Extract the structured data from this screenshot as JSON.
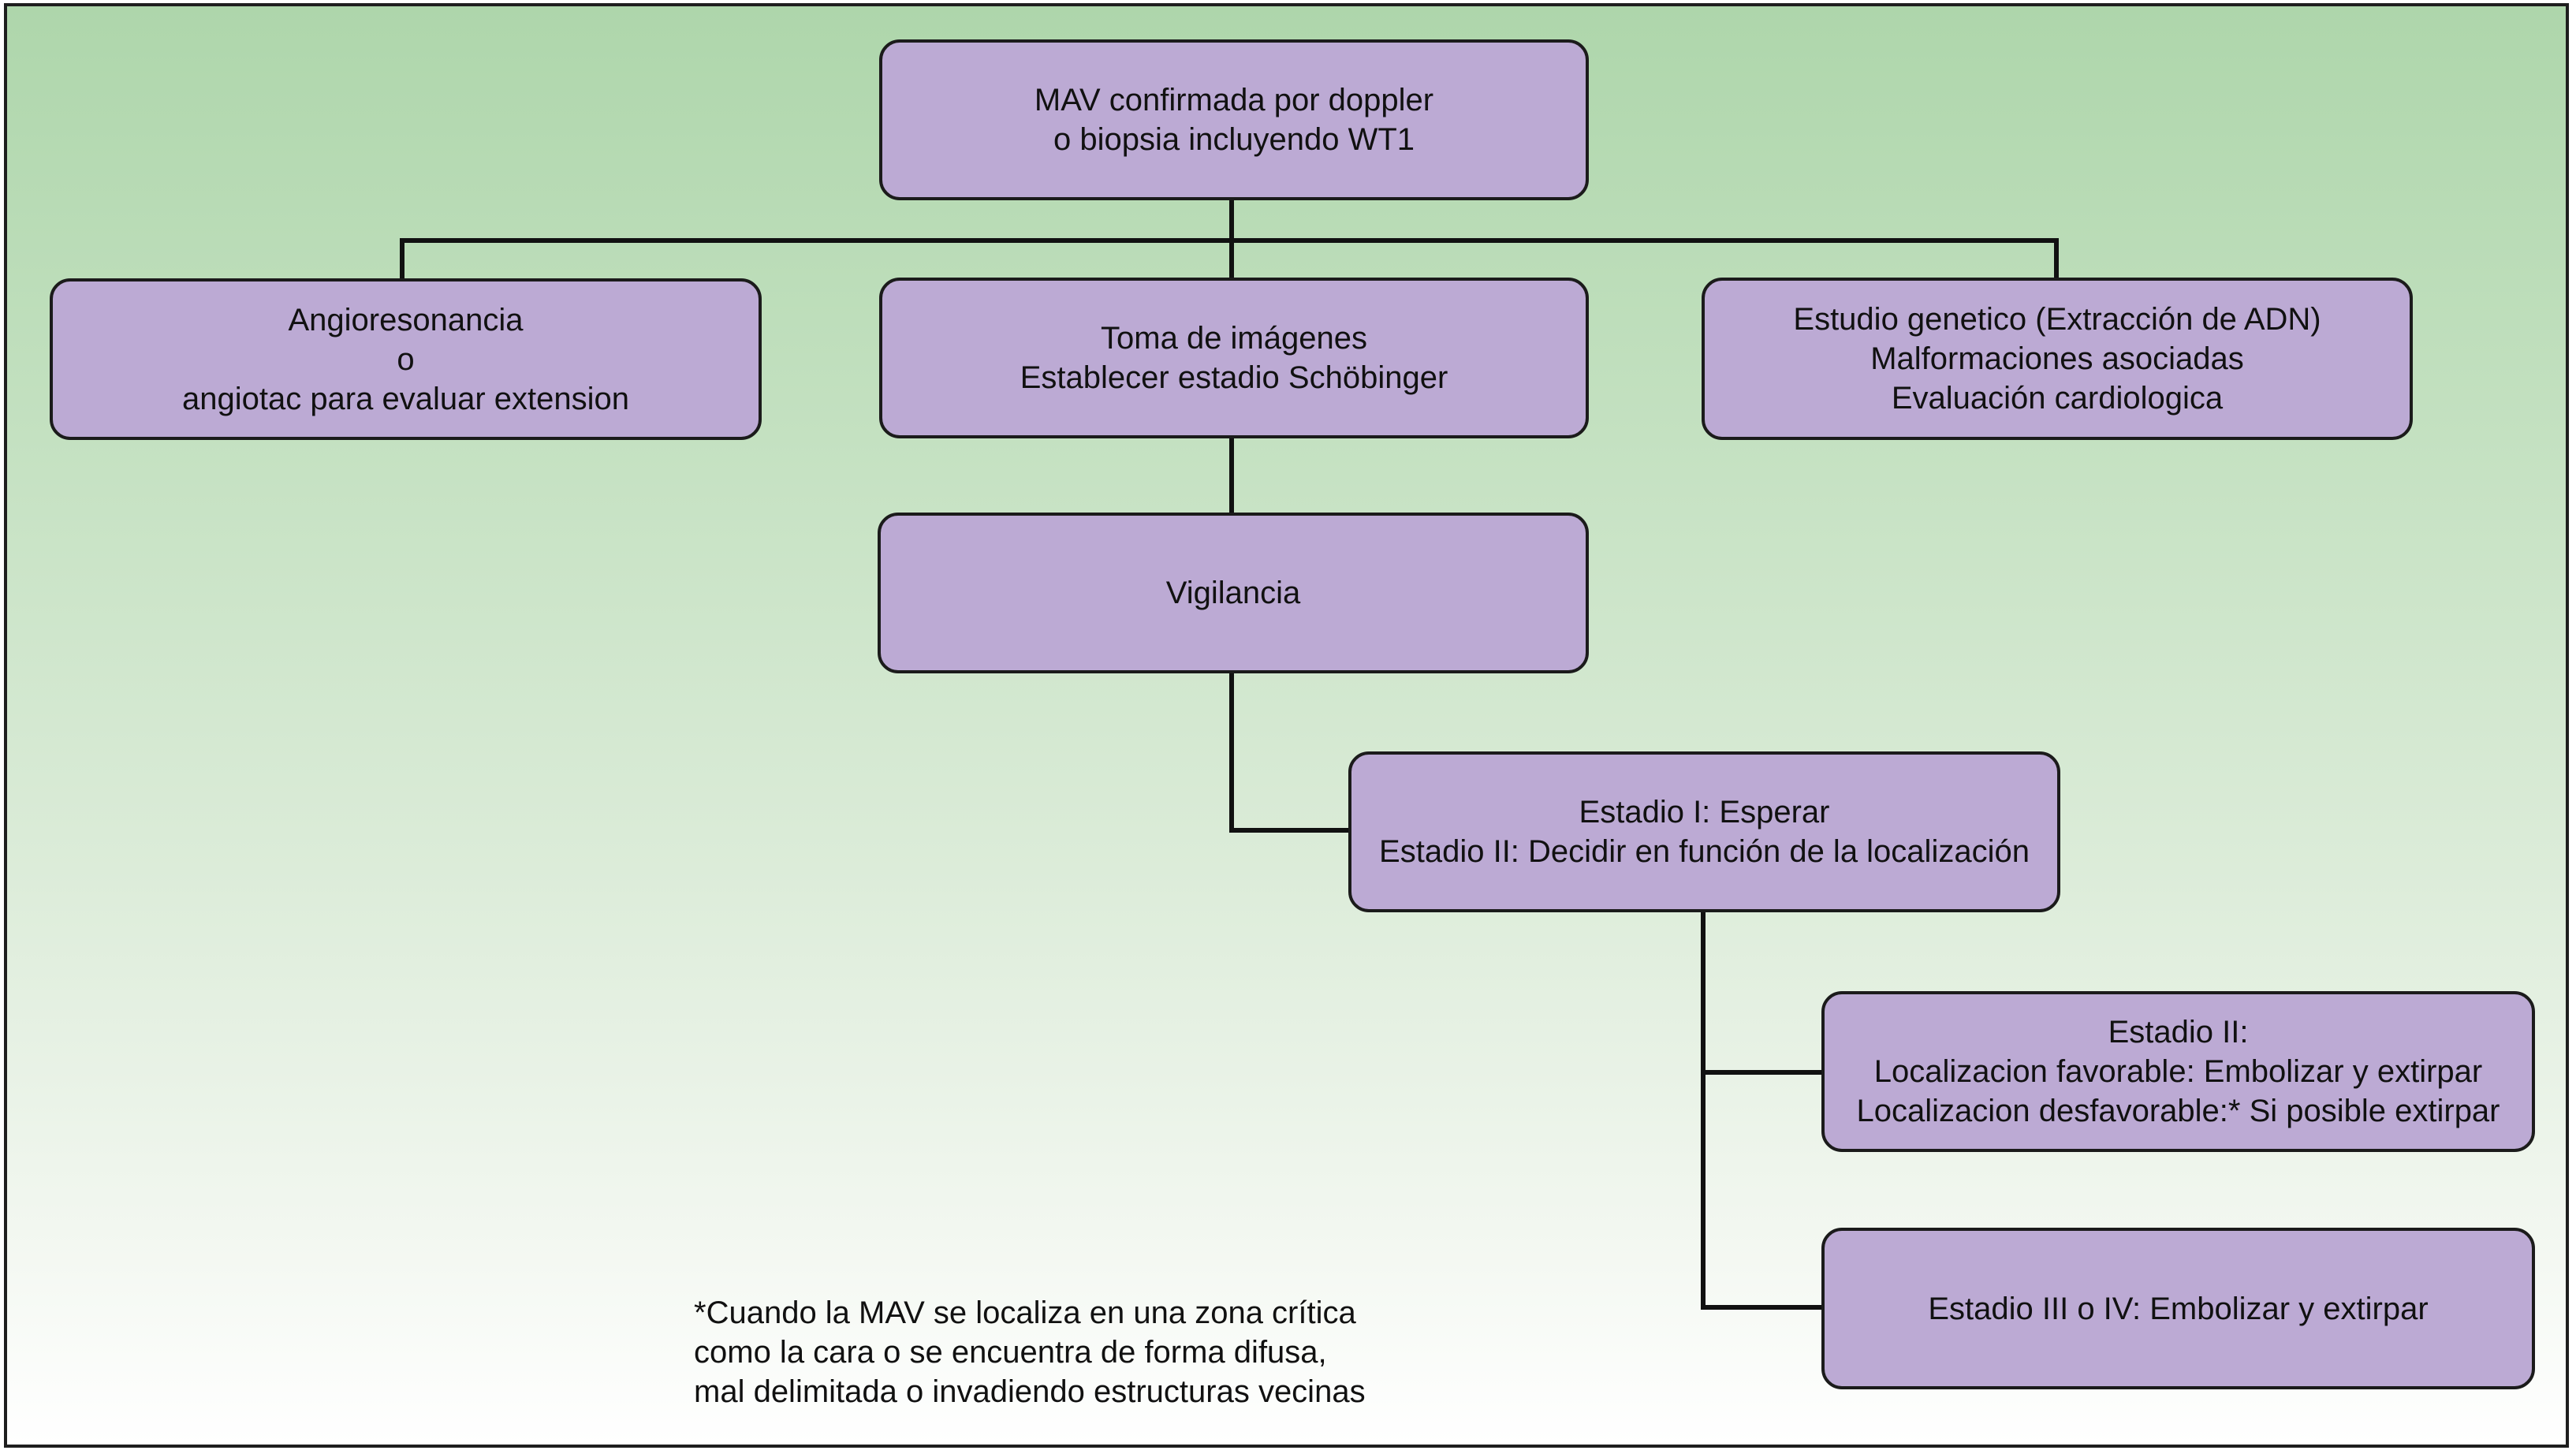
{
  "colors": {
    "node_fill": "#bcaad4",
    "node_border": "#1b1b1b",
    "background_top": "#aed6ab",
    "background_bottom": "#ffffff",
    "connector": "#111111"
  },
  "nodes": {
    "root": {
      "lines": [
        "MAV confirmada por doppler",
        "o biopsia incluyendo WT1"
      ]
    },
    "angio": {
      "lines": [
        "Angioresonancia",
        "o",
        "angiotac para evaluar extension"
      ]
    },
    "imaging": {
      "lines": [
        "Toma de imágenes",
        "Establecer estadio Schöbinger"
      ]
    },
    "genetic": {
      "lines": [
        "Estudio genetico (Extracción de ADN)",
        "Malformaciones asociadas",
        "Evaluación cardiologica"
      ]
    },
    "surveillance": {
      "lines": [
        "Vigilancia"
      ]
    },
    "stage_1_2": {
      "lines": [
        "Estadio I: Esperar",
        "Estadio II: Decidir en función de la localización"
      ]
    },
    "stage_2": {
      "lines": [
        "Estadio II:",
        "Localizacion favorable: Embolizar y extirpar",
        "Localizacion desfavorable:* Si posible extirpar"
      ]
    },
    "stage_3_4": {
      "lines": [
        "Estadio III o IV: Embolizar y extirpar"
      ]
    }
  },
  "footnote": {
    "lines": [
      "*Cuando la MAV se localiza en una zona crítica",
      "como la cara o se encuentra de forma difusa,",
      "mal delimitada o invadiendo estructuras vecinas"
    ]
  }
}
